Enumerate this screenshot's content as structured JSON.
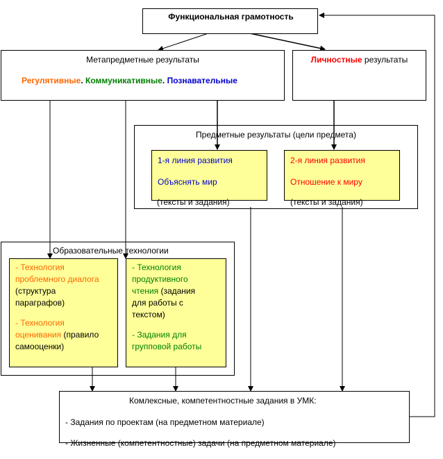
{
  "top": {
    "title": "Функциональная грамотность"
  },
  "meta": {
    "title": "Метапредметные результаты",
    "reg": "Регулятивные",
    "sep1": ".",
    "comm": "Коммуникативные",
    "sep2": ".",
    "cog": "Познавательные"
  },
  "personal": {
    "highlight": "Личностные",
    "rest": " результаты"
  },
  "subject": {
    "title": "Предметные результаты (цели предмета)",
    "line1": {
      "title": "1-я линия развития",
      "text": "Объяснять мир",
      "note": "(тексты и задания)"
    },
    "line2": {
      "title": "2-я линия развития",
      "text": "Отношение к миру",
      "note": "(тексты и задания)"
    }
  },
  "tech": {
    "title": "Образовательные технологии",
    "left": {
      "a1": "- Технология",
      "a2": "проблемного диалога",
      "b1": "(структура",
      "b2": "параграфов)",
      "c1": "- Технология",
      "c2": "оценивания",
      "c2b": " (правило",
      "c3": "самооценки)"
    },
    "right": {
      "a1": "- Технология",
      "a2": "продуктивного",
      "a3": "чтения",
      "a3b": " (задания",
      "a4": "для работы с",
      "a5": "текстом)",
      "b1": "- Задания для",
      "b2": "групповой работы"
    }
  },
  "tasks": {
    "title": "Комлексные, компетентностные задания в УМК:",
    "item1": "- Задания по проектам (на предметном материале)",
    "item2": "- Жизненные (компетентностные) задачи  (на предметном материале)"
  }
}
